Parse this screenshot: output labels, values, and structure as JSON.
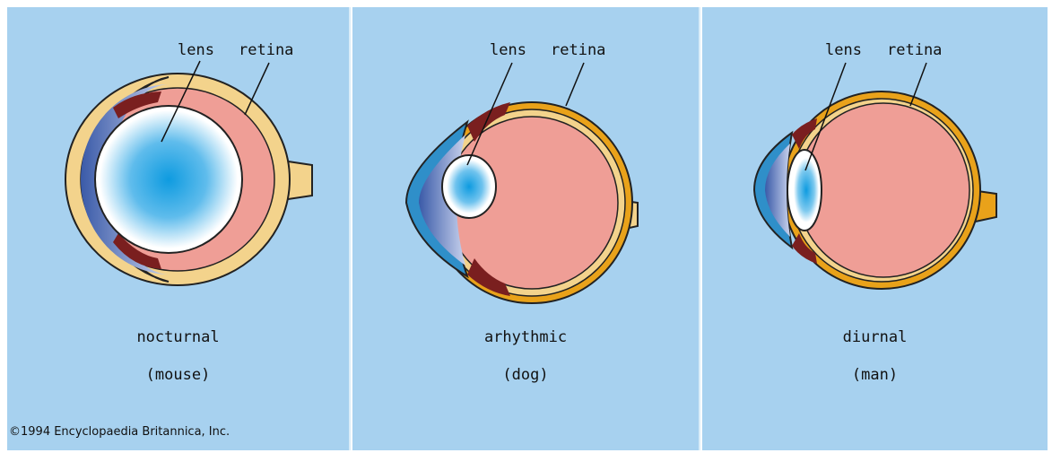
{
  "panels": [
    {
      "lens_label": "lens",
      "retina_label": "retina",
      "type": "nocturnal",
      "example": "(mouse)"
    },
    {
      "lens_label": "lens",
      "retina_label": "retina",
      "type": "arhythmic",
      "example": "(dog)"
    },
    {
      "lens_label": "lens",
      "retina_label": "retina",
      "type": "diurnal",
      "example": "(man)"
    }
  ],
  "copyright": "©1994 Encyclopaedia Britannica, Inc.",
  "colors": {
    "background": "#a7d1ef",
    "sclera": "#e9a21a",
    "choroid": "#f3d38c",
    "vitreous": "#ef9e96",
    "cornea": "#2f8fc9",
    "lens": "#159fe0",
    "ciliary": "#7a1f1f"
  }
}
